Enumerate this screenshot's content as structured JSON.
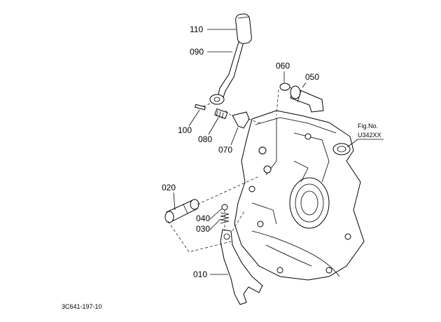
{
  "parts": [
    {
      "id": "p110",
      "label": "110"
    },
    {
      "id": "p090",
      "label": "090"
    },
    {
      "id": "p060",
      "label": "060"
    },
    {
      "id": "p050",
      "label": "050"
    },
    {
      "id": "p100",
      "label": "100"
    },
    {
      "id": "p080",
      "label": "080"
    },
    {
      "id": "p070",
      "label": "070"
    },
    {
      "id": "p020",
      "label": "020"
    },
    {
      "id": "p040",
      "label": "040"
    },
    {
      "id": "p030",
      "label": "030"
    },
    {
      "id": "p010",
      "label": "010"
    }
  ],
  "figure": {
    "fig_label": "Fig.No.",
    "fig_number": "U342XX"
  },
  "footer": {
    "code": "3C641-197-10"
  }
}
